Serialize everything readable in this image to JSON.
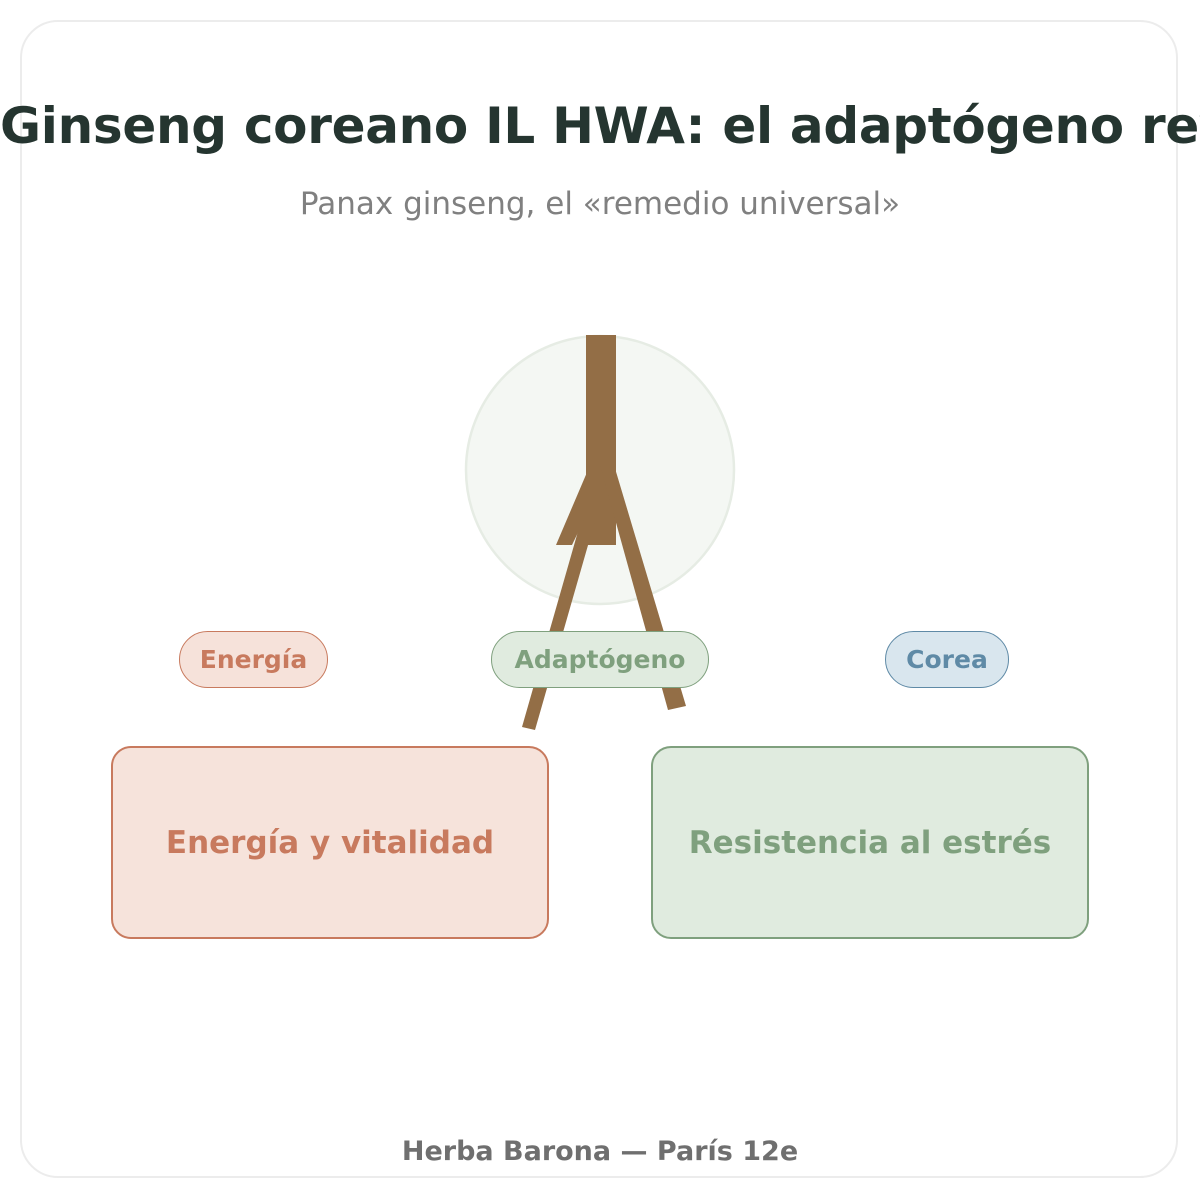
{
  "header": {
    "title": "Ginseng coreano IL HWA: el adaptógeno rey",
    "subtitle": "Panax ginseng, el «remedio universal»"
  },
  "illustration": {
    "icon": "ginseng-root-icon",
    "root_color": "#936e46",
    "circle_color": "#f4f7f3"
  },
  "tags": [
    {
      "label": "Energía",
      "color": "#c87a5e"
    },
    {
      "label": "Adaptógeno",
      "color": "#7fa07e"
    },
    {
      "label": "Corea",
      "color": "#5f8aa6"
    }
  ],
  "benefits": [
    {
      "label": "Energía y vitalidad",
      "color": "#c87a5e"
    },
    {
      "label": "Resistencia al estrés",
      "color": "#7fa07e"
    }
  ],
  "footer": {
    "text": "Herba Barona — París 12e"
  }
}
